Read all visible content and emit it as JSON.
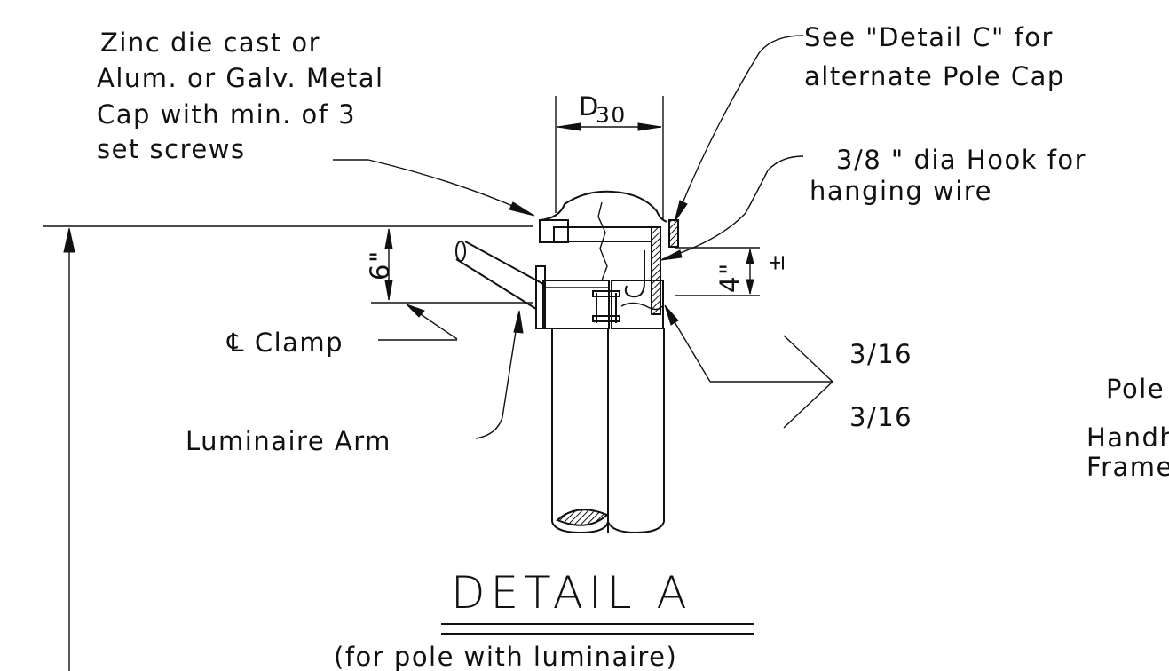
{
  "labels": {
    "cap_line1": "Zinc die cast or",
    "cap_line2": "Alum. or Galv. Metal",
    "cap_line3": "Cap with min. of 3",
    "cap_line4": "set screws",
    "detail_c_line1": "See \"Detail C\" for",
    "detail_c_line2": "alternate Pole Cap",
    "hook_line1": "3/8 \" dia Hook for",
    "hook_line2": "hanging wire",
    "dim_d30_main": "D",
    "dim_d30_sub": "30",
    "dim_6in": "6\"",
    "dim_4in": "4\"",
    "dim_pm": "±",
    "clamp": "℄ Clamp",
    "weld_top": "3/16",
    "weld_bottom": "3/16",
    "luminaire_arm": "Luminaire Arm",
    "pole_partial": "Pole",
    "handhole_line1": "Handh",
    "handhole_line2": "Frame",
    "title": "DETAIL A",
    "subtitle": "(for pole with luminaire)"
  },
  "colors": {
    "ink": "#111111",
    "paper": "#ffffff"
  }
}
